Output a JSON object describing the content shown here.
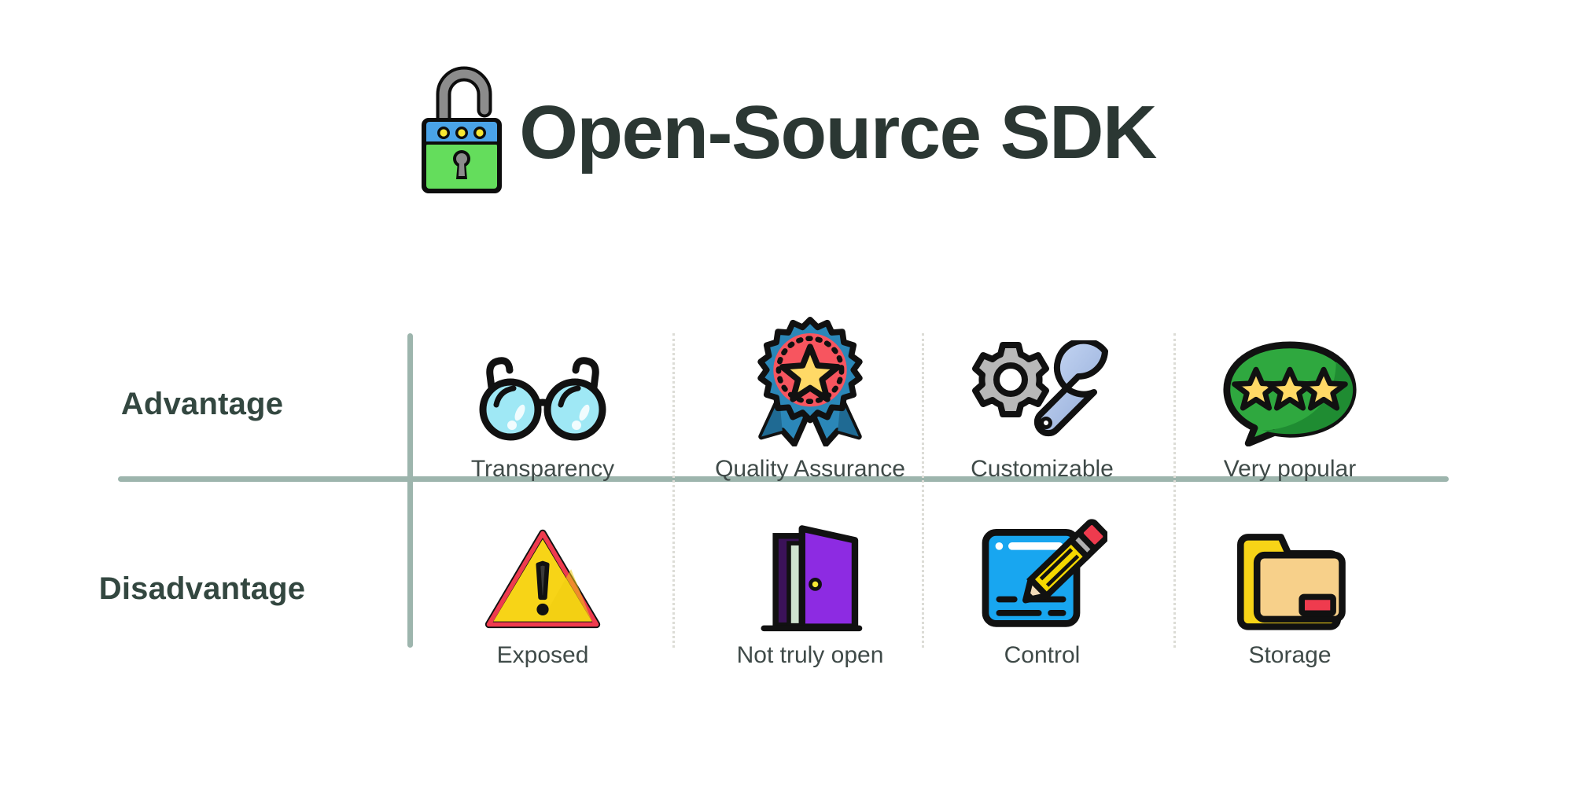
{
  "header": {
    "title": "Open-Source SDK",
    "logo_icon": "open-padlock-icon",
    "title_color": "#2b3733"
  },
  "theme": {
    "background": "#ffffff",
    "divider_color": "#9db5ad",
    "dotted_separator_color": "#dcdcd6",
    "row_label_color": "#334740",
    "caption_color": "#3f4a48"
  },
  "matrix": {
    "rows": [
      {
        "label": "Advantage",
        "cells": [
          {
            "icon": "eyeglasses-icon",
            "caption": "Transparency"
          },
          {
            "icon": "award-ribbon-star-icon",
            "caption": "Quality Assurance"
          },
          {
            "icon": "gear-wrench-icon",
            "caption": "Customizable"
          },
          {
            "icon": "speech-bubble-three-stars-icon",
            "caption": "Very popular"
          }
        ]
      },
      {
        "label": "Disadvantage",
        "cells": [
          {
            "icon": "warning-triangle-icon",
            "caption": "Exposed"
          },
          {
            "icon": "open-door-icon",
            "caption": "Not truly open"
          },
          {
            "icon": "pencil-edit-window-icon",
            "caption": "Control"
          },
          {
            "icon": "folder-icon",
            "caption": "Storage"
          }
        ]
      }
    ]
  },
  "icon_colors": {
    "padlock_body": "#64dd5c",
    "padlock_band": "#4aa3e8",
    "padlock_shackle": "#8c8c8c",
    "padlock_pins": "#f7e733",
    "glasses_lens": "#9fe8f5",
    "glasses_frame": "#111111",
    "badge_rim": "#2b87b8",
    "badge_center": "#f7555f",
    "badge_star": "#ffd966",
    "gear": "#b8b8b8",
    "wrench": "#b9cdf0",
    "bubble": "#2fa83f",
    "bubble_shadow": "#1f8c32",
    "bubble_star": "#ffd966",
    "warning_fill": "#f7d417",
    "warning_border": "#ef3b4e",
    "door_panel": "#8d2be2",
    "door_frame": "#3b1259",
    "door_inner": "#cfe3cf",
    "window_blue": "#18a6f0",
    "pencil_body": "#f5d800",
    "pencil_eraser": "#ef3b4e",
    "folder_back": "#f7d417",
    "folder_front": "#f7d08a",
    "folder_label": "#ef3b4e"
  }
}
